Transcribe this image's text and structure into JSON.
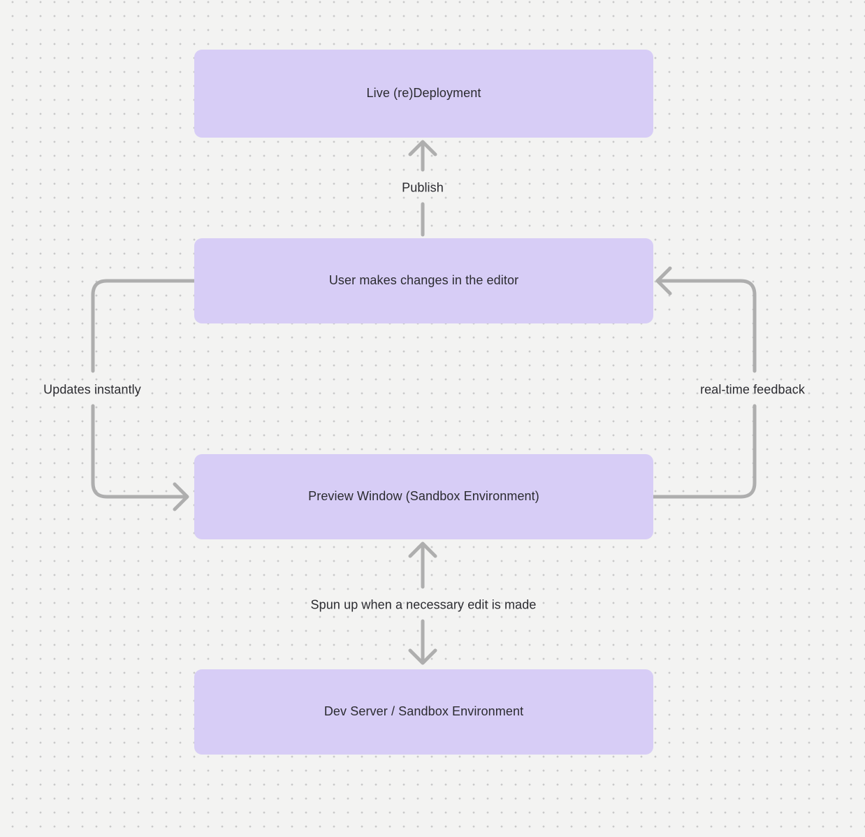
{
  "colors": {
    "background": "#f3f3f2",
    "grid_dot": "#c9c9c9",
    "node_fill": "#d7cdf6",
    "node_text": "#2b2b30",
    "arrow": "#aeaeae",
    "label_text": "#2b2b30"
  },
  "diagram": {
    "type": "flowchart",
    "nodes": [
      {
        "id": "live-deployment",
        "label": "Live (re)Deployment"
      },
      {
        "id": "user-editor",
        "label": "User makes changes in the editor"
      },
      {
        "id": "preview-window",
        "label": "Preview Window (Sandbox Environment)"
      },
      {
        "id": "dev-server",
        "label": "Dev Server / Sandbox Environment"
      }
    ],
    "edges": [
      {
        "from": "user-editor",
        "to": "live-deployment",
        "label": "Publish",
        "direction": "up"
      },
      {
        "from": "user-editor",
        "to": "preview-window",
        "label": "Updates instantly",
        "direction": "left-loop-down"
      },
      {
        "from": "preview-window",
        "to": "user-editor",
        "label": "real-time feedback",
        "direction": "right-loop-up"
      },
      {
        "from": "preview-window",
        "to": "dev-server",
        "label": "Spun up when a necessary edit is made",
        "direction": "bidirectional"
      }
    ]
  }
}
